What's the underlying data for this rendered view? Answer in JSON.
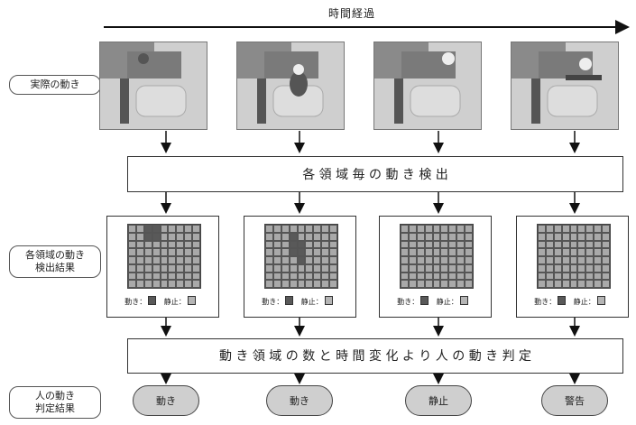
{
  "time_axis_label": "時間経過",
  "side_labels": {
    "actual": "実際の動き",
    "detection_result_line1": "各領域の動き",
    "detection_result_line2": "検出結果",
    "judgment_line1": "人の動き",
    "judgment_line2": "判定結果"
  },
  "detection_box": "各 領 域 毎 の 動 き 検 出",
  "judgment_box": "動 き 領 域 の 数 と 時 間 変 化 よ り 人 の 動 き 判 定",
  "legend": {
    "motion": "動き：",
    "still": "静止："
  },
  "results": [
    "動き",
    "動き",
    "静止",
    "警告"
  ],
  "panels": [
    {
      "active": [
        [
          0,
          2
        ],
        [
          0,
          3
        ],
        [
          1,
          2
        ],
        [
          1,
          3
        ]
      ]
    },
    {
      "active": [
        [
          1,
          3
        ],
        [
          2,
          3
        ],
        [
          2,
          4
        ],
        [
          3,
          3
        ],
        [
          3,
          4
        ],
        [
          4,
          4
        ]
      ]
    },
    {
      "active": []
    },
    {
      "active": []
    }
  ],
  "colors": {
    "motion_cell": "#595959",
    "still_cell": "#a9a9a9"
  }
}
